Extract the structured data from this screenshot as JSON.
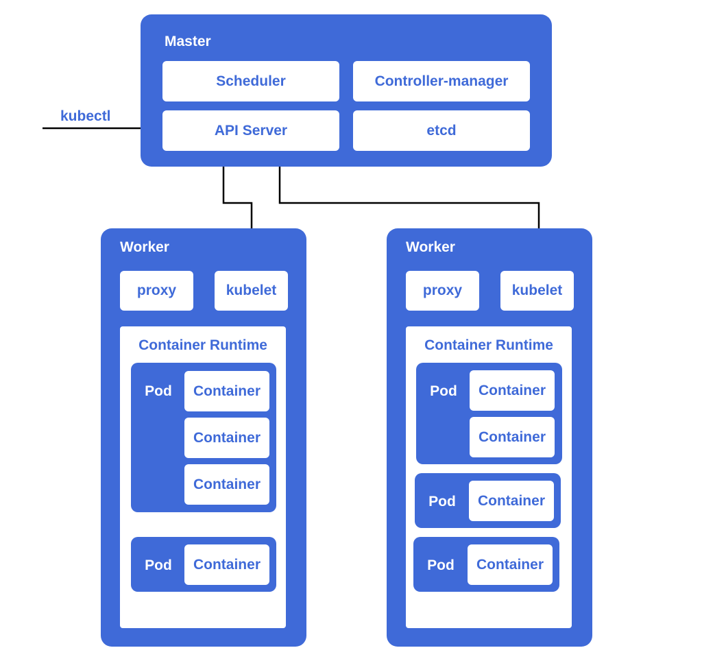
{
  "master": {
    "title": "Master",
    "components": {
      "scheduler": "Scheduler",
      "controller_manager": "Controller-manager",
      "api_server": "API Server",
      "etcd": "etcd"
    }
  },
  "client": {
    "label": "kubectl"
  },
  "workers": [
    {
      "title": "Worker",
      "proxy": "proxy",
      "kubelet": "kubelet",
      "runtime_title": "Container Runtime",
      "pods": [
        {
          "label": "Pod",
          "containers": [
            "Container",
            "Container",
            "Container"
          ]
        },
        {
          "label": "Pod",
          "containers": [
            "Container"
          ]
        }
      ]
    },
    {
      "title": "Worker",
      "proxy": "proxy",
      "kubelet": "kubelet",
      "runtime_title": "Container Runtime",
      "pods": [
        {
          "label": "Pod",
          "containers": [
            "Container",
            "Container"
          ]
        },
        {
          "label": "Pod",
          "containers": [
            "Container"
          ]
        },
        {
          "label": "Pod",
          "containers": [
            "Container"
          ]
        }
      ]
    }
  ],
  "colors": {
    "accent": "#3f6ad8",
    "arrow": "#000000",
    "background": "#ffffff"
  }
}
